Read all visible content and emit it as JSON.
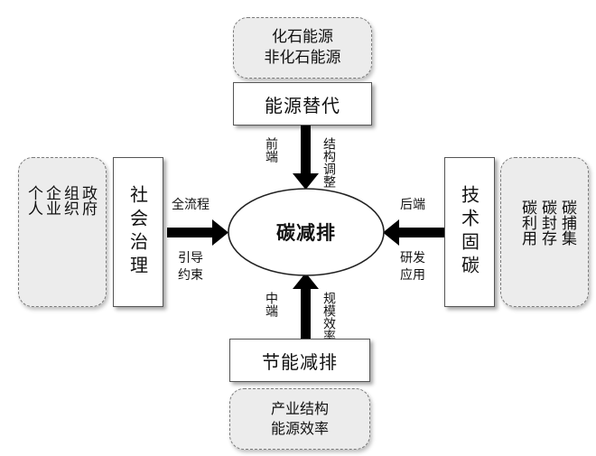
{
  "center": {
    "label": "碳减排"
  },
  "top": {
    "examples": [
      "化石能源",
      "非化石能源"
    ],
    "box_label": "能源替代",
    "arrow_left_label": "前端",
    "arrow_right_label": "结构调整"
  },
  "bottom": {
    "examples": [
      "产业结构",
      "能源效率"
    ],
    "box_label": "节能减排",
    "arrow_left_label": "中端",
    "arrow_right_label": "规模效率"
  },
  "left": {
    "examples": [
      "政府",
      "组织",
      "企业",
      "个人"
    ],
    "box_label": "社会治理",
    "arrow_top_label": "全流程",
    "arrow_bottom_label": "引导约束"
  },
  "right": {
    "examples": [
      "碳捕集",
      "碳封存",
      "碳利用"
    ],
    "box_label": "技术固碳",
    "arrow_top_label": "后端",
    "arrow_bottom_label": "研发应用"
  },
  "colors": {
    "arrow": "#000000",
    "dashed_fill": "#ececec",
    "box_border": "#555555"
  }
}
